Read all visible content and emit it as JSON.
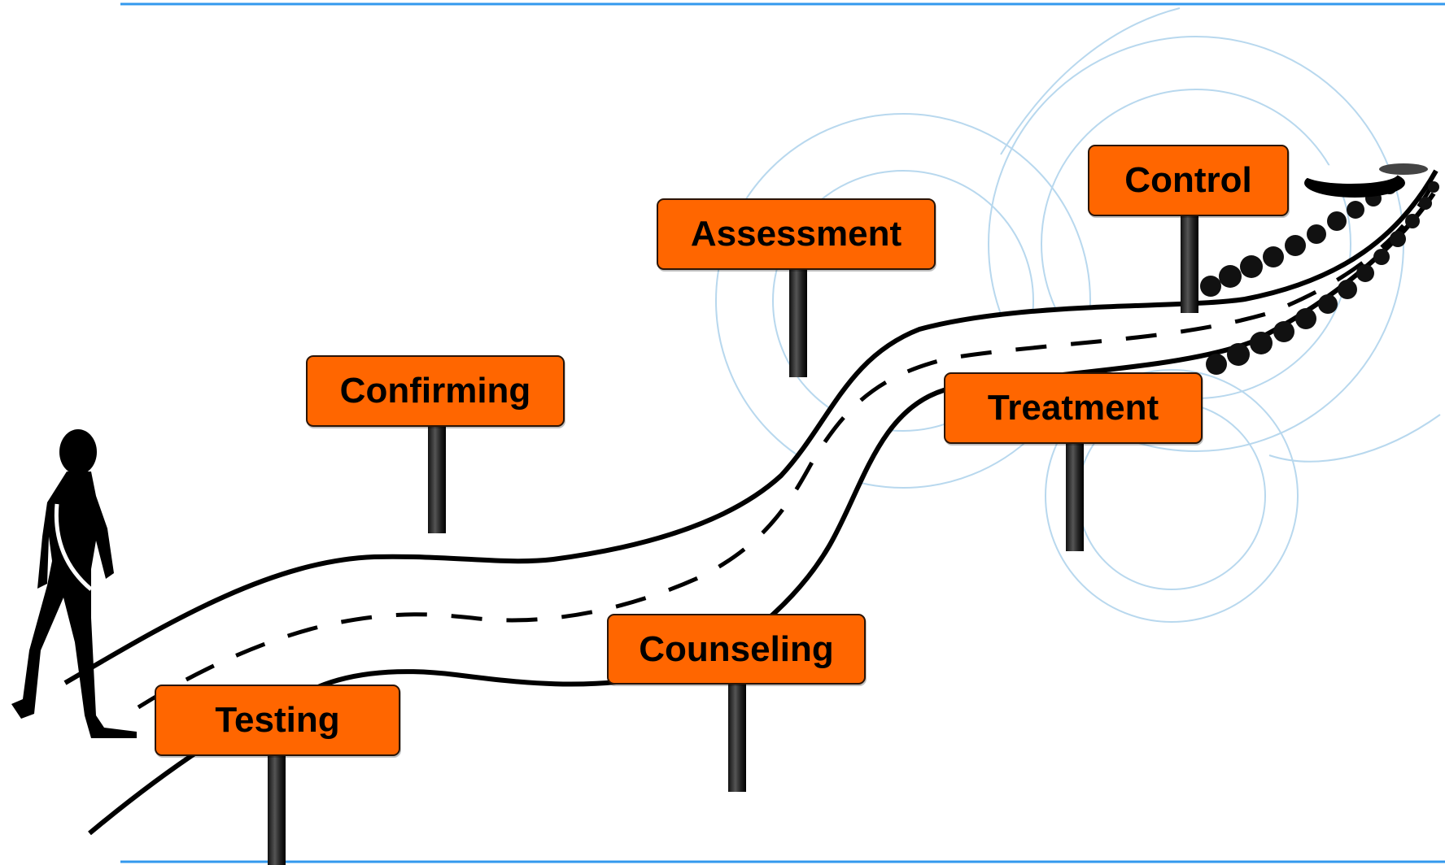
{
  "diagram": {
    "steps": [
      {
        "id": "testing",
        "label": "Testing"
      },
      {
        "id": "confirming",
        "label": "Confirming"
      },
      {
        "id": "counseling",
        "label": "Counseling"
      },
      {
        "id": "assessment",
        "label": "Assessment"
      },
      {
        "id": "treatment",
        "label": "Treatment"
      },
      {
        "id": "control",
        "label": "Control"
      }
    ],
    "colors": {
      "sign_fill": "#ff6600",
      "sign_border": "#2a1405",
      "rule_lines": "#3399ee",
      "watermark_circles": "#b8d8ee",
      "road_edges": "#000000"
    },
    "icons": {
      "walker": "walking-person-icon",
      "trees": "tree-line-icon",
      "horizon_cloud": "cloud-icon"
    }
  }
}
